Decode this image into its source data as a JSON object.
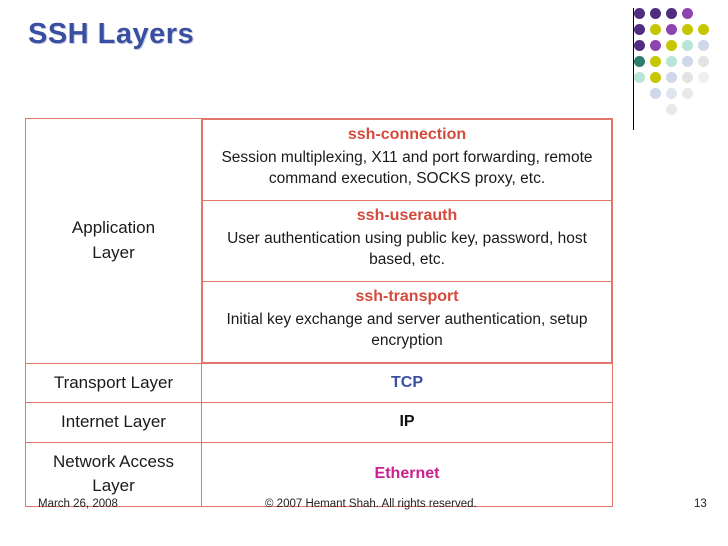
{
  "slide": {
    "title": "SSH Layers",
    "title_color": "#3b4fa0"
  },
  "decoration": {
    "name": "dot-grid",
    "divider": true,
    "colors": [
      "#4f2d7f",
      "#8e44ad",
      "#c7c700",
      "#2e7d6f",
      "#d9d9d9",
      "#b9e5d8",
      "#cfd8e8"
    ]
  },
  "table": {
    "rows": [
      {
        "layer": "Application\nLayer",
        "protocols": [
          {
            "name": "ssh-connection",
            "description": "Session multiplexing, X11 and port forwarding, remote command execution, SOCKS proxy, etc."
          },
          {
            "name": "ssh-userauth",
            "description": "User authentication using public key, password, host based, etc."
          },
          {
            "name": "ssh-transport",
            "description": "Initial key exchange and server authentication, setup encryption"
          }
        ]
      },
      {
        "layer": "Transport Layer",
        "value": "TCP",
        "value_color": "#3b4fa0"
      },
      {
        "layer": "Internet Layer",
        "value": "IP",
        "value_color": "#111111"
      },
      {
        "layer": "Network Access\nLayer",
        "value": "Ethernet",
        "value_color": "#cc1f8e"
      }
    ]
  },
  "footer": {
    "date": "March 26, 2008",
    "copyright": "© 2007 Hemant Shah. All rights reserved.",
    "page": "13"
  }
}
